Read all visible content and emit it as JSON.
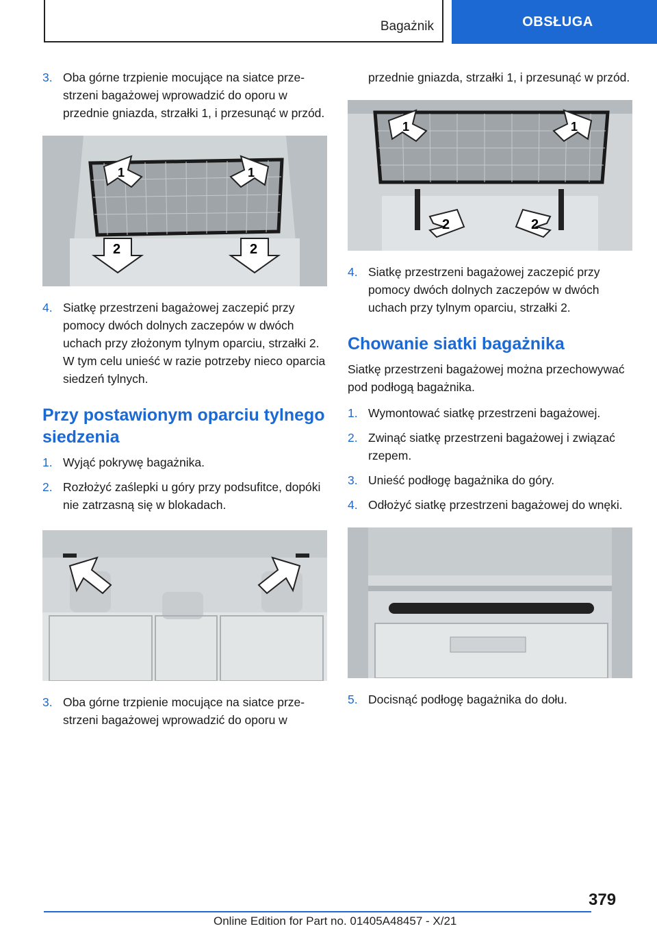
{
  "header": {
    "section": "Bagażnik",
    "tab": "OBSŁUGA"
  },
  "left": {
    "step3a": {
      "num": "3.",
      "text": "Oba górne trzpienie mocujące na siatce prze­strzeni bagażowej wprowadzić do oporu w przednie gniazda, strzałki 1, i przesunąć w przód."
    },
    "step4a": {
      "num": "4.",
      "text": "Siatkę przestrzeni bagażowej zaczepić przy pomocy dwóch dolnych zaczepów w dwóch uchach przy złożonym tylnym oparciu, strzałki 2. W tym celu unieść w razie potrzeby nieco oparcia siedzeń tylnych."
    },
    "heading": "Przy postawionym oparciu tylnego siedzenia",
    "step1": {
      "num": "1.",
      "text": "Wyjąć pokrywę bagażnika."
    },
    "step2": {
      "num": "2.",
      "text": "Rozłożyć zaślepki u góry przy podsufitce, do­póki nie zatrzasną się w blokadach."
    },
    "step3b": {
      "num": "3.",
      "text": "Oba górne trzpienie mocujące na siatce prze­strzeni bagażowej wprowadzić do oporu w"
    }
  },
  "right": {
    "cont": "przednie gniazda, strzałki 1, i przesunąć w przód.",
    "step4b": {
      "num": "4.",
      "text": "Siatkę przestrzeni bagażowej zaczepić przy pomocy dwóch dolnych zaczepów w dwóch uchach przy tylnym oparciu, strzałki 2."
    },
    "heading": "Chowanie siatki bagażnika",
    "intro": "Siatkę przestrzeni bagażowej można przechowy­wać pod podłogą bagażnika.",
    "s1": {
      "num": "1.",
      "text": "Wymontować siatkę przestrzeni bagażowej."
    },
    "s2": {
      "num": "2.",
      "text": "Zwinąć siatkę przestrzeni bagażowej i związać rzepem."
    },
    "s3": {
      "num": "3.",
      "text": "Unieść podłogę bagażnika do góry."
    },
    "s4": {
      "num": "4.",
      "text": "Odłożyć siatkę przestrzeni bagażowej do wnęki."
    },
    "s5": {
      "num": "5.",
      "text": "Docisnąć podłogę bagażnika do dołu."
    }
  },
  "figures": {
    "arrow1": "1",
    "arrow2": "2"
  },
  "footer": {
    "page": "379",
    "edition": "Online Edition for Part no. 01405A48457 - X/21"
  }
}
